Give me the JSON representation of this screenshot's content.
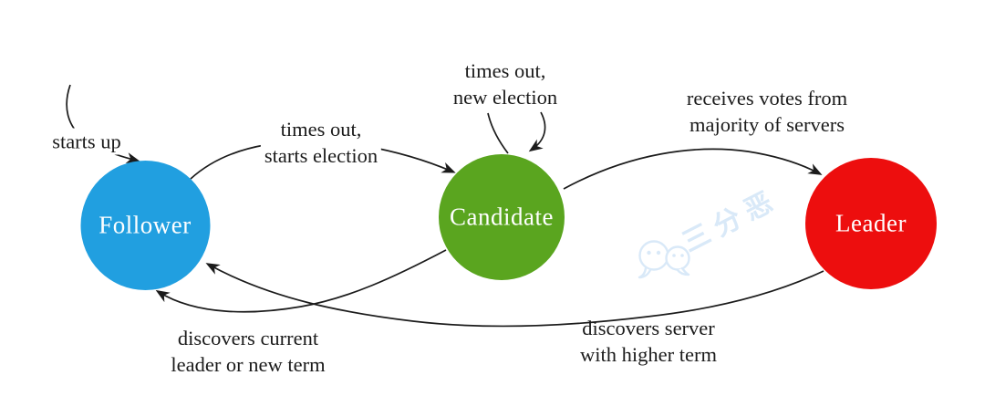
{
  "diagram": {
    "type": "state-diagram",
    "states": {
      "follower": {
        "label": "Follower",
        "color": "#219fe0"
      },
      "candidate": {
        "label": "Candidate",
        "color": "#5aa51f"
      },
      "leader": {
        "label": "Leader",
        "color": "#ed0e0e"
      }
    },
    "labels": {
      "starts_up": [
        "starts up"
      ],
      "follower_to_candidate": [
        "times out,",
        "starts election"
      ],
      "candidate_self": [
        "times out,",
        "new election"
      ],
      "candidate_to_leader": [
        "receives votes from",
        "majority of servers"
      ],
      "candidate_to_follower": [
        "discovers current",
        "leader or new term"
      ],
      "leader_to_follower": [
        "discovers server",
        "with higher term"
      ]
    },
    "watermark": {
      "text": "三分恶",
      "icon": "wechat-icon",
      "color": "#d9e9f8"
    },
    "line_color": "#1b1b1b",
    "background_color": "#ffffff"
  }
}
